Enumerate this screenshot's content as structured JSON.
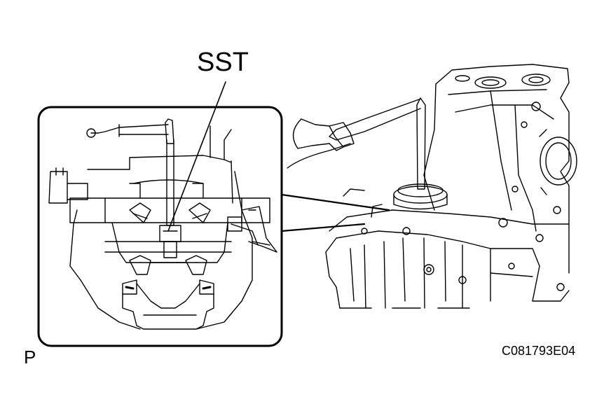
{
  "labels": {
    "sst": "SST",
    "view_marker": "P",
    "figure_code": "C081793E04"
  }
}
